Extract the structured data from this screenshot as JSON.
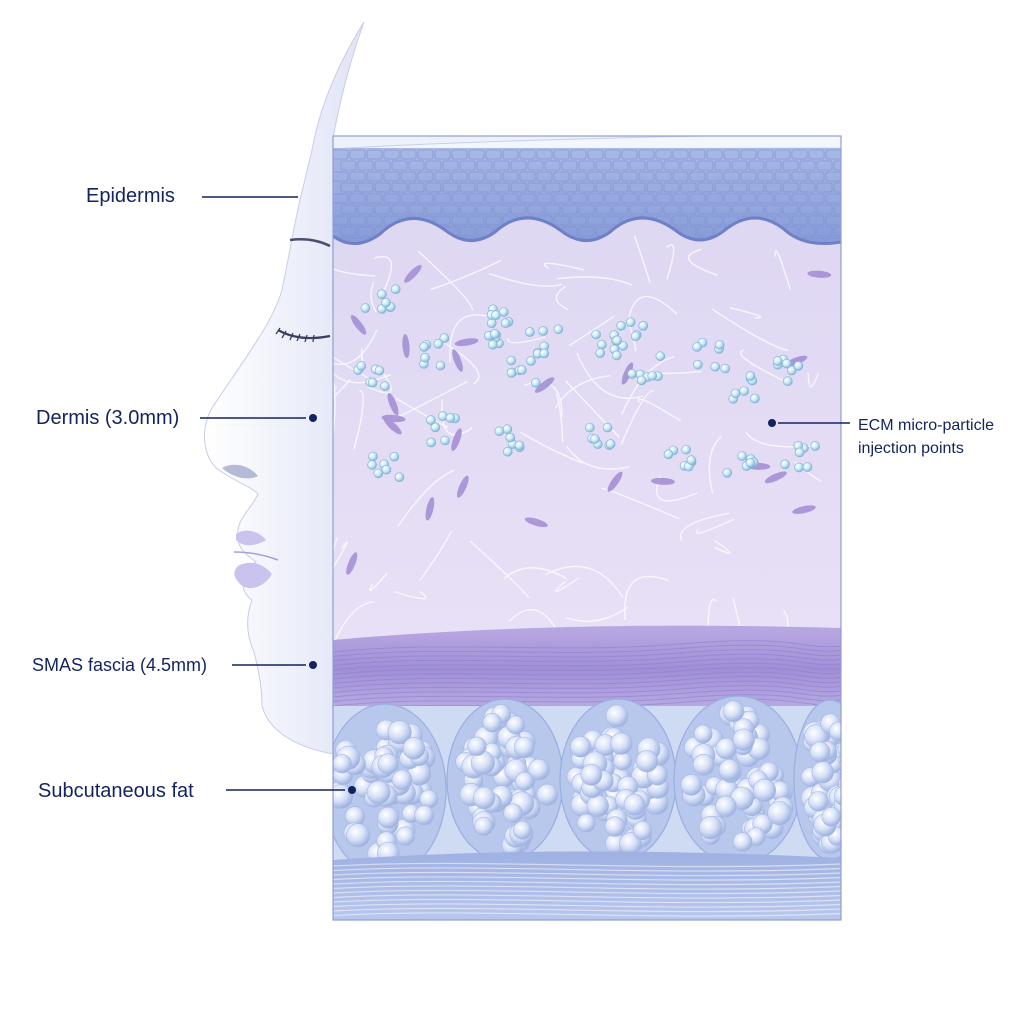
{
  "colors": {
    "label": "#13235e",
    "leader": "#13235e",
    "epidermis": "#8ea3d8",
    "dermis": "#e4dcf3",
    "fibers": "#ffffff",
    "cells": "#9d86d1",
    "particles": "#b9def0",
    "fascia": "#a896d8",
    "fat": "#c4d2f0",
    "face": "#eef0fa",
    "lips": "#c9c3ee"
  },
  "labels": {
    "epidermis": "Epidermis",
    "dermis": "Dermis (3.0mm)",
    "smas": "SMAS fascia (4.5mm)",
    "subcutaneous": "Subcutaneous fat",
    "ecm_line1": "ECM micro-particle",
    "ecm_line2": "injection points"
  },
  "icons": [
    "face-profile-icon",
    "skin-layer-block-icon"
  ]
}
